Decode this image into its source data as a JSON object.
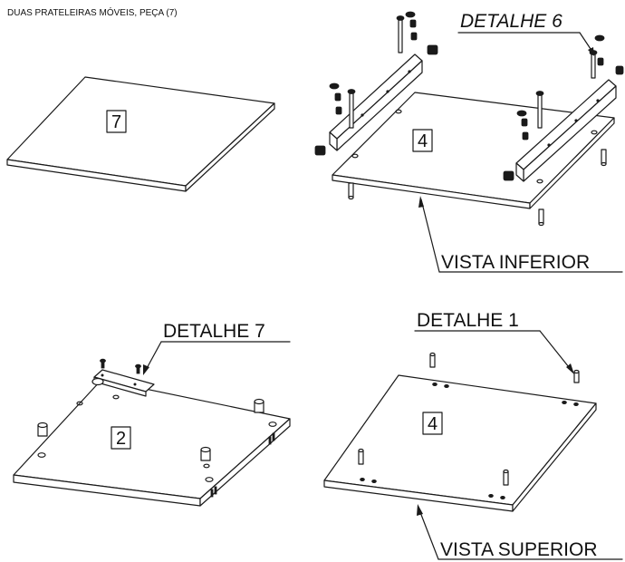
{
  "header": {
    "caption": "DUAS PRATELEIRAS MÓVEIS, PEÇA (7)"
  },
  "labels": {
    "detail_6": "DETALHE 6",
    "detail_7": "DETALHE 7",
    "detail_1": "DETALHE 1",
    "bottom_view": "VISTA INFERIOR",
    "top_view": "VISTA SUPERIOR"
  },
  "parts": {
    "shelf": "7",
    "panel_bottom_view": "4",
    "panel_detail_7": "2",
    "panel_top_view": "4"
  }
}
